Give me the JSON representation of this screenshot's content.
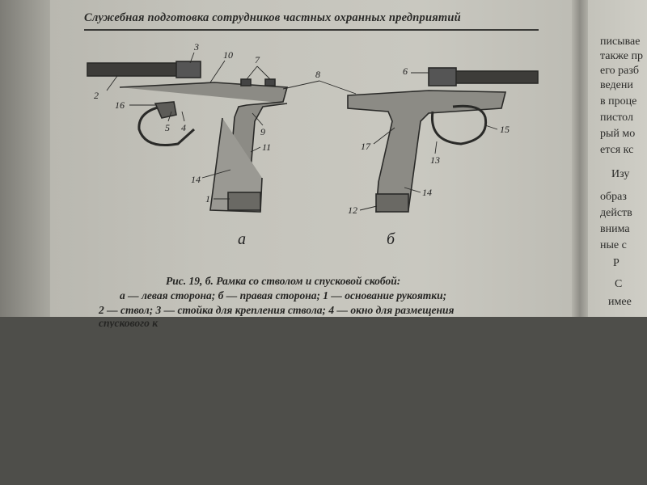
{
  "running_head": "Служебная подготовка сотрудников частных охранных предприятий",
  "figure": {
    "labels_left": [
      "3",
      "10",
      "7",
      "2",
      "16",
      "5",
      "4",
      "9",
      "11",
      "14",
      "1"
    ],
    "labels_shared": [
      "8"
    ],
    "labels_right": [
      "6",
      "15",
      "17",
      "13",
      "14",
      "12"
    ],
    "sublabel_a": "а",
    "sublabel_b": "б"
  },
  "caption": {
    "line1": "Рис. 19, б. Рамка со стволом и спусковой скобой:",
    "line2": "а — левая сторона; б — правая сторона; 1 — основание рукоятки;",
    "line3": "2 — ствол; 3 — стойка для крепления ствола; 4 — окно для размещения",
    "line4": "спускового к"
  },
  "right_page_fragments": [
    "писывае",
    "также пр",
    "его разб",
    "ведени",
    "в проце",
    "пистол",
    "рый мо",
    "ется кс",
    "Изу",
    "образ",
    "действ",
    "внима",
    "ные с",
    "Р",
    "С",
    "имее"
  ]
}
